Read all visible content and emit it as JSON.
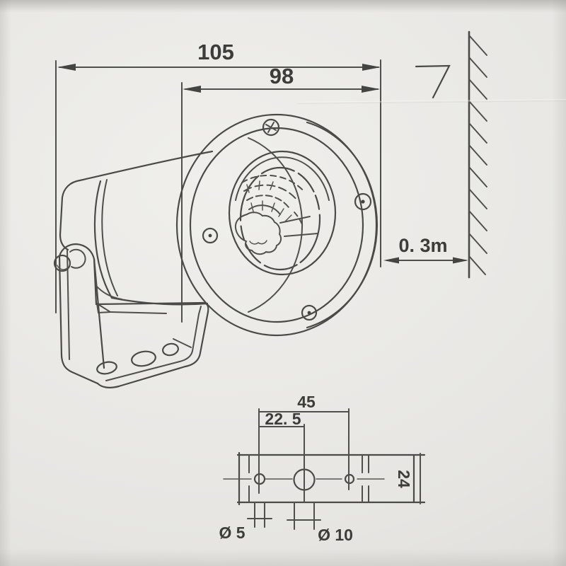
{
  "drawing": {
    "kind": "wall-mount spotlight installation drawing",
    "ink_color": "#4a4a48",
    "paper_color": "#eae9e6"
  },
  "main_view": {
    "dim_overall": "105",
    "dim_body": "98",
    "dim_wall": "0. 3m"
  },
  "bracket_view": {
    "dim_span": "45",
    "dim_half": "22. 5",
    "dim_height": "24",
    "dim_small_hole": "Ø 5",
    "dim_large_hole": "Ø 10"
  }
}
